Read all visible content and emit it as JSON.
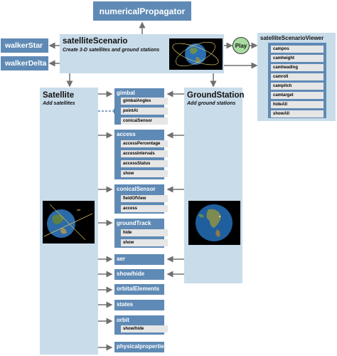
{
  "top": {
    "propagator": "numericalPropagator"
  },
  "left_boxes": {
    "walker_star": "walkerStar",
    "walker_delta": "walkerDelta"
  },
  "scenario": {
    "title": "satelliteScenario",
    "subtitle": "Create 3-D satellites and ground stations"
  },
  "play": {
    "label": "Play"
  },
  "viewer": {
    "title": "satelliteScenarioViewer",
    "items": [
      "campos",
      "camheight",
      "camheading",
      "camroll",
      "campitch",
      "camtarget",
      "hideAll",
      "showAll"
    ]
  },
  "satellite": {
    "title": "Satellite",
    "subtitle": "Add satellites"
  },
  "ground_station": {
    "title": "GroundStation",
    "subtitle": "Add ground stations"
  },
  "methods": {
    "gimbal": {
      "label": "gimbal",
      "items": [
        "gimbalAngles",
        "pointAt",
        "conicalSensor"
      ]
    },
    "access": {
      "label": "access",
      "items": [
        "accessPercentage",
        "accessIntervals",
        "accessStatus",
        "show"
      ]
    },
    "conical_sensor": {
      "label": "conicalSensor",
      "items": [
        "fieldOfView",
        "access"
      ]
    },
    "ground_track": {
      "label": "groundTrack",
      "items": [
        "hide",
        "show"
      ]
    },
    "aer": {
      "label": "aer"
    },
    "show_hide": {
      "label": "show/hide"
    },
    "orbital_elements": {
      "label": "orbitalElements"
    },
    "states": {
      "label": "states"
    },
    "orbit": {
      "label": "orbit",
      "items": [
        "show/hide"
      ]
    },
    "physical_properties": {
      "label": "physicalproperties"
    }
  },
  "colors": {
    "dark_box": "#5f8ab5",
    "light_panel": "#c9dcea",
    "item_bg": "#e6e6e6",
    "arrow": "#707070",
    "play_green": "#a8dca0"
  }
}
